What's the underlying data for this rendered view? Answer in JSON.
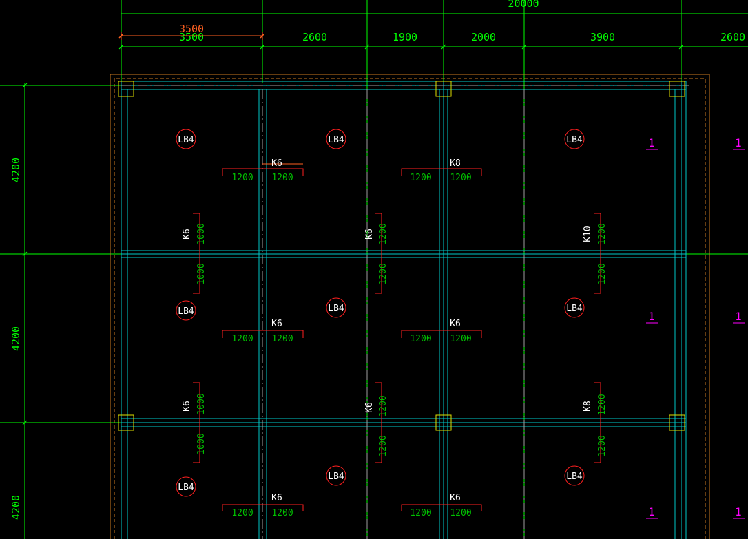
{
  "colors": {
    "background": "#000000",
    "dimension": "#00ff00",
    "wall": "#00c8c8",
    "rebar": "#ff2020",
    "rebar_text": "#00c000",
    "label": "#ffffff",
    "column": "#e0e000",
    "outline": "#c87820",
    "highlight_dim": "#ff6020",
    "section_mark": "#ff00ff",
    "centerline": "#a0a0a0"
  },
  "dimensions": {
    "overall": "20000",
    "top_segments": [
      "3500",
      "2600",
      "1900",
      "2000",
      "3900",
      "2600"
    ],
    "highlighted_segment": "3500",
    "left_segments": [
      "4200",
      "4200",
      "4200"
    ]
  },
  "slab_labels": [
    "LB4",
    "LB4",
    "LB4",
    "LB4",
    "LB4",
    "LB4",
    "LB4",
    "LB4",
    "LB4"
  ],
  "horizontal_rebar": [
    {
      "mark": "K6",
      "left": "1200",
      "right": "1200"
    },
    {
      "mark": "K8",
      "left": "1200",
      "right": "1200"
    },
    {
      "mark": "K6",
      "left": "1200",
      "right": "1200"
    },
    {
      "mark": "K6",
      "left": "1200",
      "right": "1200"
    },
    {
      "mark": "K6",
      "left": "1200",
      "right": "1200"
    },
    {
      "mark": "K6",
      "left": "1200",
      "right": "1200"
    }
  ],
  "vertical_rebar": [
    {
      "mark": "K6",
      "top": "1000",
      "bottom": "1000"
    },
    {
      "mark": "K6",
      "top": "1200",
      "bottom": "1200"
    },
    {
      "mark": "K10",
      "top": "1200",
      "bottom": "1200"
    },
    {
      "mark": "K6",
      "top": "1000",
      "bottom": "1000"
    },
    {
      "mark": "K6",
      "top": "1200",
      "bottom": "1200"
    },
    {
      "mark": "K8",
      "top": "1200",
      "bottom": "1200"
    }
  ],
  "section_marks": [
    "1",
    "1",
    "1",
    "1",
    "1",
    "1"
  ]
}
